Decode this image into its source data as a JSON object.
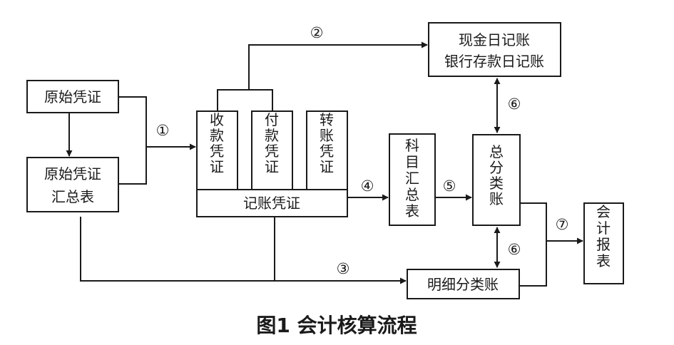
{
  "nodes": {
    "original_voucher": "原始凭证",
    "original_summary_line1": "原始凭证",
    "original_summary_line2": "汇总表",
    "receipt_voucher": "收款凭证",
    "payment_voucher": "付款凭证",
    "transfer_voucher": "转账凭证",
    "bookkeeping_voucher": "记账凭证",
    "cash_journal": "现金日记账",
    "bank_journal": "银行存款日记账",
    "account_summary": "科目汇总表",
    "general_ledger": "总分类账",
    "subsidiary_ledger": "明细分类账",
    "accounting_report": "会计报表"
  },
  "steps": {
    "s1": "①",
    "s2": "②",
    "s3": "③",
    "s4": "④",
    "s5": "⑤",
    "s6a": "⑥",
    "s6b": "⑥",
    "s7": "⑦"
  },
  "caption": "图1  会计核算流程"
}
